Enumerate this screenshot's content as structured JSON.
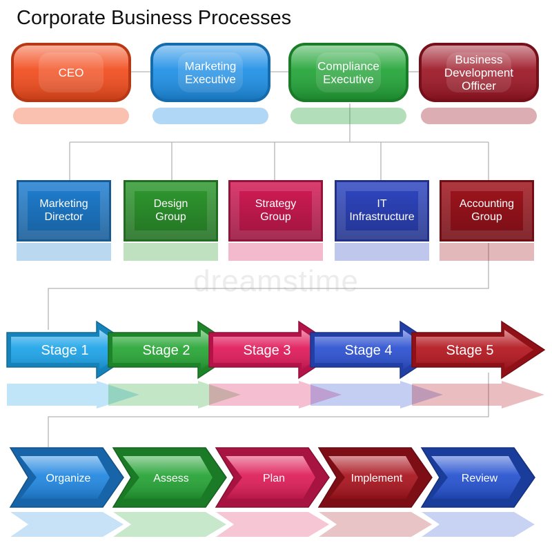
{
  "title": "Corporate Business Processes",
  "watermark": "dreamstime",
  "executives": [
    {
      "lines": [
        "CEO"
      ],
      "color": "#f24b1c"
    },
    {
      "lines": [
        "Marketing",
        "Executive"
      ],
      "color": "#1d8fe6"
    },
    {
      "lines": [
        "Compliance",
        "Executive"
      ],
      "color": "#22a437"
    },
    {
      "lines": [
        "Business",
        "Development",
        "Officer"
      ],
      "color": "#9c1524"
    }
  ],
  "departments": [
    {
      "lines": [
        "Marketing",
        "Director"
      ],
      "color": "#1f7fd2"
    },
    {
      "lines": [
        "Design",
        "Group"
      ],
      "color": "#2f9a2f"
    },
    {
      "lines": [
        "Strategy",
        "Group"
      ],
      "color": "#d31b55"
    },
    {
      "lines": [
        "IT",
        "Infrastructure"
      ],
      "color": "#2f46c2"
    },
    {
      "lines": [
        "Accounting",
        "Group"
      ],
      "color": "#a0141d"
    }
  ],
  "stages": [
    {
      "label": "Stage 1",
      "color": "#1ba3e8"
    },
    {
      "label": "Stage 2",
      "color": "#26a534"
    },
    {
      "label": "Stage 3",
      "color": "#e0185a"
    },
    {
      "label": "Stage 4",
      "color": "#2a4fd0"
    },
    {
      "label": "Stage 5",
      "color": "#b3141c"
    }
  ],
  "steps": [
    {
      "label": "Organize",
      "color": "#1f86e0"
    },
    {
      "label": "Assess",
      "color": "#23a233"
    },
    {
      "label": "Plan",
      "color": "#de1b56"
    },
    {
      "label": "Implement",
      "color": "#a8121c"
    },
    {
      "label": "Review",
      "color": "#2350cf"
    }
  ]
}
